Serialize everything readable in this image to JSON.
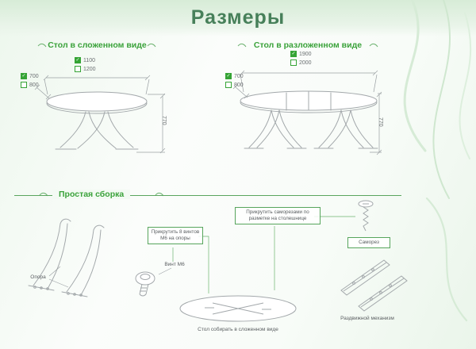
{
  "title": "Размеры",
  "accent_green": "#3aa23a",
  "folded": {
    "heading": "Стол в сложенном виде",
    "widths": [
      {
        "mark": "✓",
        "label": "1100"
      },
      {
        "mark": "",
        "label": "1200"
      }
    ],
    "depths": [
      {
        "mark": "✓",
        "label": "700"
      },
      {
        "mark": "",
        "label": "800"
      }
    ],
    "height": "770"
  },
  "unfolded": {
    "heading": "Стол в разложенном виде",
    "widths": [
      {
        "mark": "✓",
        "label": "1900"
      },
      {
        "mark": "",
        "label": "2000"
      }
    ],
    "depths": [
      {
        "mark": "✓",
        "label": "700"
      },
      {
        "mark": "",
        "label": "800"
      }
    ],
    "height": "770"
  },
  "assembly": {
    "heading": "Простая сборка",
    "support_label": "Опора",
    "bolt_note": "Прикрутить 8 винтов М6 на опоры",
    "bolt_label": "Винт М6",
    "top_note": "Прикрутить саморезами по разметке на столешнице",
    "screw_label": "Саморез",
    "mechanism_label": "Раздвижной механизм",
    "fold_note": "Стол собирать в сложенном виде"
  }
}
